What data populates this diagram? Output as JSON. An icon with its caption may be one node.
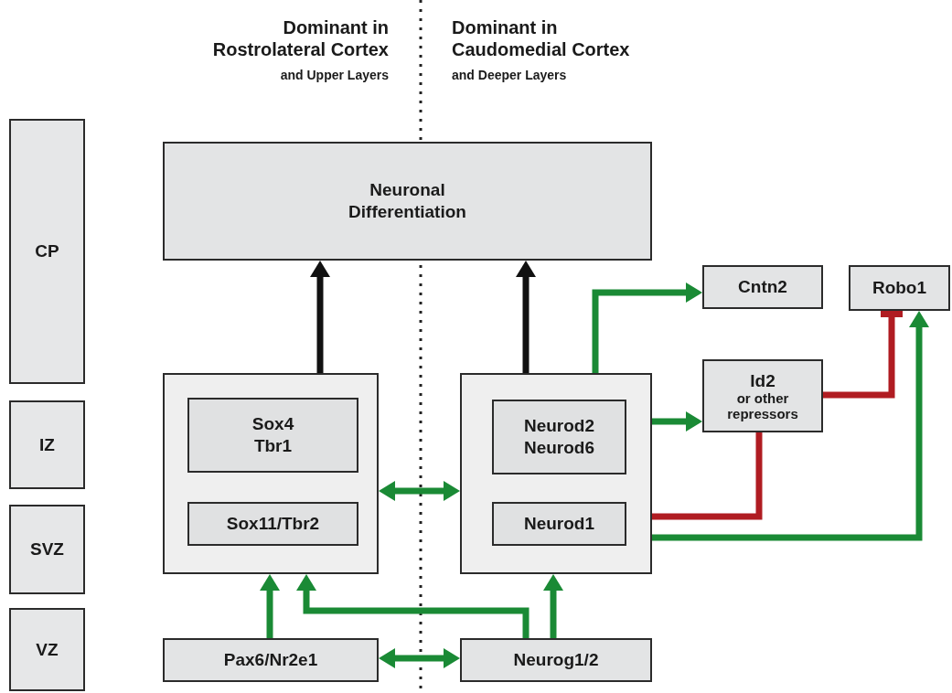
{
  "diagram": {
    "nodes": [
      {
        "text": [
          "CP"
        ]
      },
      {
        "text": [
          "IZ"
        ]
      },
      {
        "text": [
          "SVZ"
        ]
      },
      {
        "text": [
          "VZ"
        ]
      },
      {
        "text": [
          "Neuronal Differentiation"
        ]
      },
      {
        "text": [],
        "shape": "box"
      },
      {
        "text": [
          "Sox4 Tbr1"
        ],
        "in": 5
      },
      {
        "text": [
          "Sox11/Tbr2"
        ],
        "in": 5
      },
      {
        "text": [],
        "shape": "box"
      },
      {
        "text": [
          "Neurod2 Neurod6"
        ],
        "in": 8
      },
      {
        "text": [
          "Neurod1"
        ],
        "in": 8
      },
      {
        "text": [
          "Cntn2"
        ]
      },
      {
        "text": [
          "Robo1"
        ]
      },
      {
        "text": [
          "Id2",
          "or other repressors"
        ]
      },
      {
        "text": [
          "Pax6/Nr2e1"
        ]
      },
      {
        "text": [
          "Neurog1/2"
        ]
      }
    ],
    "edges": [
      {
        "from": 5,
        "to": 4,
        "arrow": "to",
        "color": "#111111"
      },
      {
        "from": 8,
        "to": 4,
        "arrow": "to",
        "color": "#111111"
      },
      {
        "from": 8,
        "to": 11,
        "arrow": "to"
      },
      {
        "from": 9,
        "to": 13,
        "arrow": "to"
      },
      {
        "from": 13,
        "to": 12,
        "arrow": "other",
        "color": "#b01c22"
      },
      {
        "from": 13,
        "to": 10,
        "arrow": "other",
        "color": "#b01c22"
      },
      {
        "from": 10,
        "to": 12,
        "arrow": "to"
      },
      {
        "from": 5,
        "to": 8,
        "arrow": "both"
      },
      {
        "from": 14,
        "to": 5,
        "arrow": "to"
      },
      {
        "from": 15,
        "to": 5,
        "arrow": "to"
      },
      {
        "from": 15,
        "to": 8,
        "arrow": "to"
      },
      {
        "from": 14,
        "to": 15,
        "arrow": "both"
      }
    ],
    "labels": [
      "Dominant in Rostrolateral Cortex",
      "and Upper Layers",
      "Dominant in Caudomedial Cortex",
      "and Deeper Layers"
    ]
  }
}
